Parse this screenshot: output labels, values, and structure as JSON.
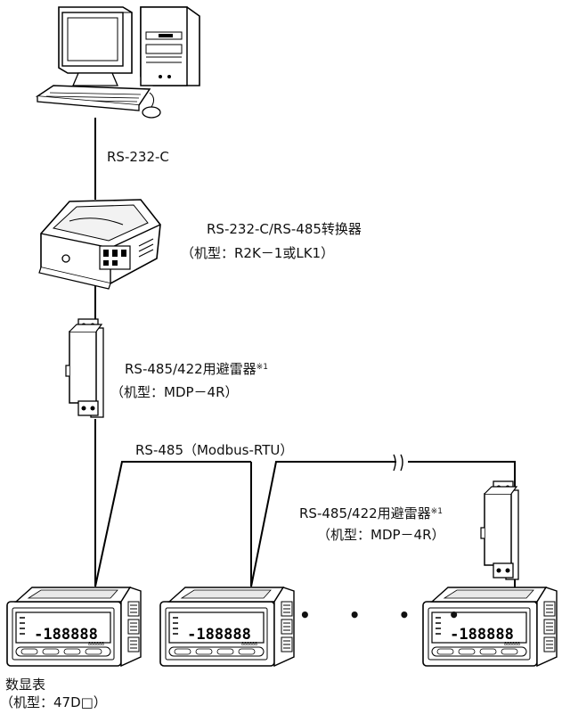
{
  "labels": {
    "rs232": "RS-232-C",
    "converter_line1": "RS-232-C/RS-485转换器",
    "converter_line2": "（机型：R2K－1或LK1）",
    "arrester1_line1": "RS-485/422用避雷器",
    "arrester1_note": "※1",
    "arrester1_line2": "（机型：MDP－4R）",
    "bus": "RS-485（Modbus-RTU）",
    "arrester2_line1": "RS-485/422用避雷器",
    "arrester2_note": "※1",
    "arrester2_line2": "（机型：MDP－4R）",
    "meter_line1": "数显表",
    "meter_line2": "（机型：47D□）",
    "ellipsis": "• • • •"
  },
  "display_readout": "-188888",
  "display_sub": "888888",
  "icons": [
    "computer-icon",
    "converter-icon",
    "surge-arrester-icon",
    "panel-meter-icon"
  ]
}
